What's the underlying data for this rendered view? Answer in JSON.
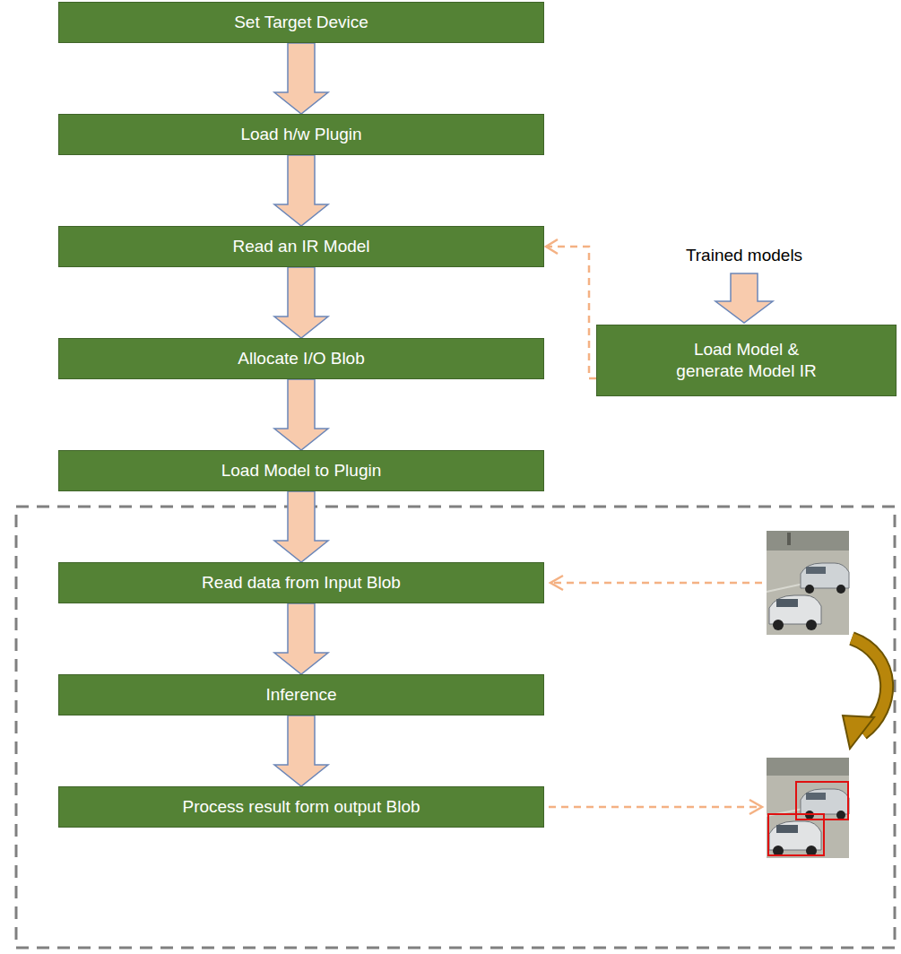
{
  "diagram": {
    "nodes": [
      {
        "text": [
          "Set Target Device"
        ]
      },
      {
        "text": [
          "Load h/w Plugin"
        ]
      },
      {
        "text": [
          "Read an IR Model"
        ]
      },
      {
        "text": [
          "Allocate I/O Blob"
        ]
      },
      {
        "text": [
          "Load Model to Plugin"
        ]
      },
      {
        "text": [
          "Load Model & generate Model IR"
        ]
      },
      {
        "text": [
          "Read data from Input Blob"
        ]
      },
      {
        "text": [
          "Inference"
        ]
      },
      {
        "text": [
          "Process result form output Blob"
        ]
      }
    ],
    "edges": [
      {
        "from": 0,
        "to": 1,
        "arrow": "to"
      },
      {
        "from": 1,
        "to": 2,
        "arrow": "to"
      },
      {
        "from": 2,
        "to": 3,
        "arrow": "to"
      },
      {
        "from": 3,
        "to": 4,
        "arrow": "to"
      },
      {
        "from": 4,
        "to": 6,
        "arrow": "to"
      },
      {
        "from": 6,
        "to": 7,
        "arrow": "to"
      },
      {
        "from": 7,
        "to": 8,
        "arrow": "to"
      },
      {
        "from": 5,
        "to": 2,
        "arrow": "to"
      }
    ],
    "labels": [
      "Trained models"
    ]
  }
}
